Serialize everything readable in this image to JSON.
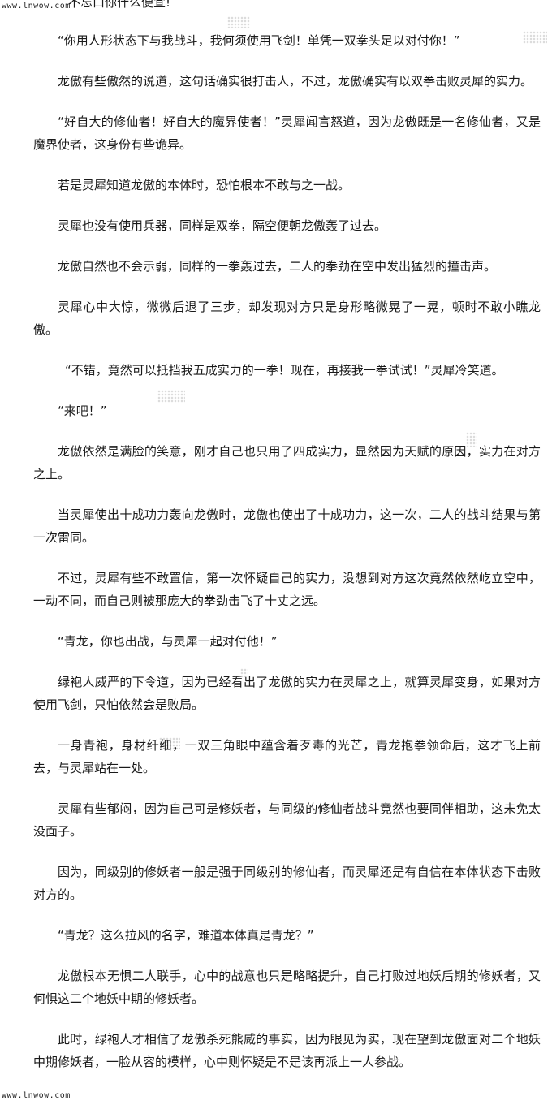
{
  "watermark": {
    "top": "www.lnwow.com",
    "bottom": "www.lnwow.com"
  },
  "top_fragment": "不忘口你什么便宜!",
  "paragraphs": [
    "“你用人形状态下与我战斗，我何须使用飞剑！单凭一双拳头足以对付你！”",
    "龙傲有些傲然的说道，这句话确实很打击人，不过，龙傲确实有以双拳击败灵犀的实力。",
    "“好自大的修仙者！好自大的魔界使者！”灵犀闻言怒道，因为龙傲既是一名修仙者，又是魔界使者，这身份有些诡异。",
    "若是灵犀知道龙傲的本体时，恐怕根本不敢与之一战。",
    "灵犀也没有使用兵器，同样是双拳，隔空便朝龙傲轰了过去。",
    "龙傲自然也不会示弱，同样的一拳轰过去，二人的拳劲在空中发出猛烈的撞击声。",
    "灵犀心中大惊，微微后退了三步，却发现对方只是身形略微晃了一晃，顿时不敢小瞧龙傲。",
    "“不错，竟然可以抵挡我五成实力的一拳！现在，再接我一拳试试！”灵犀冷笑道。",
    "“来吧！”",
    "龙傲依然是满脸的笑意，刚才自己也只用了四成实力，显然因为天赋的原因，实力在对方之上。",
    "当灵犀使出十成功力轰向龙傲时，龙傲也使出了十成功力，这一次，二人的战斗结果与第一次雷同。",
    "不过，灵犀有些不敢置信，第一次怀疑自己的实力，没想到对方这次竟然依然屹立空中，一动不同，而自己则被那庞大的拳劲击飞了十丈之远。",
    "“青龙，你也出战，与灵犀一起对付他！”",
    "绿袍人威严的下令道，因为已经看出了龙傲的实力在灵犀之上，就算灵犀变身，如果对方使用飞剑，只怕依然会是败局。",
    "一身青袍，身材纤细，一双三角眼中蕴含着歹毒的光芒，青龙抱拳领命后，这才飞上前去，与灵犀站在一处。",
    "灵犀有些郁闷，因为自己可是修妖者，与同级的修仙者战斗竟然也要同伴相助，这未免太没面子。",
    "因为，同级别的修妖者一般是强于同级别的修仙者，而灵犀还是有自信在本体状态下击败对方的。",
    "“青龙？这么拉风的名字，难道本体真是青龙？”",
    "龙傲根本无惧二人联手，心中的战意也只是略略提升，自己打败过地妖后期的修妖者，又何惧这二个地妖中期的修妖者。",
    "此时，绿袍人才相信了龙傲杀死熊威的事实，因为眼见为实，现在望到龙傲面对二个地妖中期修妖者，一脸从容的模样，心中则怀疑是不是该再派上一人参战。"
  ]
}
